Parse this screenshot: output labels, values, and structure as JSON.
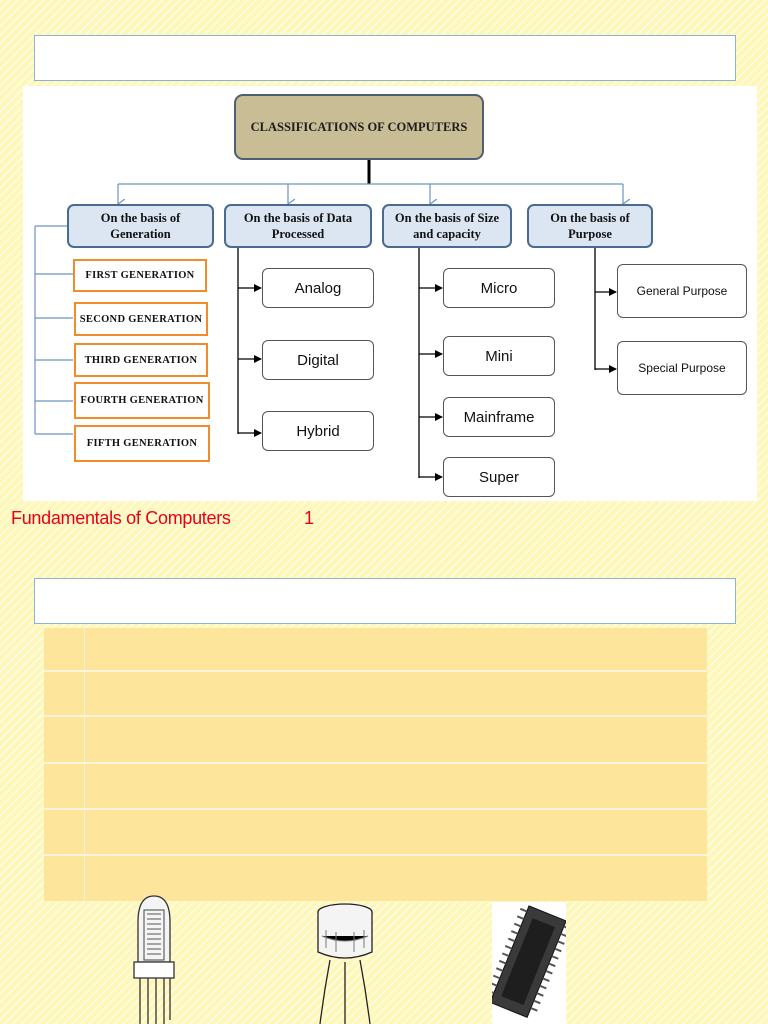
{
  "diagram": {
    "root": "CLASSIFICATIONS OF COMPUTERS",
    "categories": [
      {
        "label": "On the basis of Generation",
        "items": [
          "FIRST GENERATION",
          "SECOND GENERATION",
          "THIRD GENERATION",
          "FOURTH GENERATION",
          "FIFTH GENERATION"
        ]
      },
      {
        "label": "On the basis of Data Processed",
        "items": [
          "Analog",
          "Digital",
          "Hybrid"
        ]
      },
      {
        "label": "On the basis of Size and capacity",
        "items": [
          "Micro",
          "Mini",
          "Mainframe",
          "Super"
        ]
      },
      {
        "label": "On the basis of Purpose",
        "items": [
          "General Purpose",
          "Special Purpose"
        ]
      }
    ]
  },
  "footer": {
    "text": "Fundamentals of Computers",
    "page_number": "1"
  },
  "table": {
    "rows": 6
  },
  "images": [
    "vacuum-tube-icon",
    "transistor-icon",
    "integrated-circuit-icon"
  ],
  "colors": {
    "background": "#fdf7b8",
    "root_fill": "#c9bd96",
    "category_fill": "#dce6f2",
    "generation_border": "#f28c28",
    "footer_text": "#e8001b",
    "table_fill": "#fde69c"
  }
}
